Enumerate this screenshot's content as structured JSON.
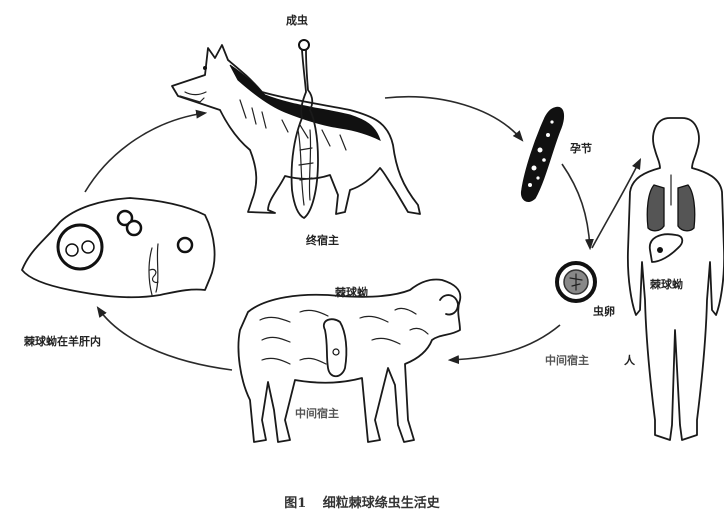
{
  "figure": {
    "caption_number": "图1",
    "caption_title": "细粒棘球绦虫生活史"
  },
  "labels": {
    "adult_worm": "成虫",
    "definitive_host": "终宿主",
    "gravid_proglottid": "孕节",
    "egg": "虫卵",
    "intermediate_host_human": "中间宿主",
    "human": "人",
    "hydatid_human": "棘球蚴",
    "hydatid_sheep": "棘球蚴",
    "intermediate_host_sheep": "中间宿主",
    "hydatid_in_sheep_liver": "棘球蚴在羊肝内"
  },
  "colors": {
    "background": "#ffffff",
    "ink": "#1a1a1a"
  }
}
